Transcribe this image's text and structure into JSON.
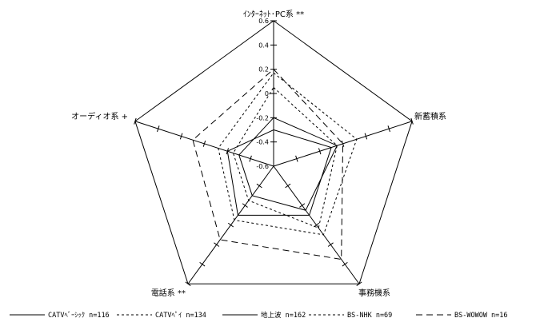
{
  "chart_data": {
    "type": "radar",
    "axes": [
      {
        "label": "ｲﾝﾀｰﾈｯﾄ･PC系",
        "marker": "**"
      },
      {
        "label": "新蓄積系",
        "marker": ""
      },
      {
        "label": "事務機系",
        "marker": ""
      },
      {
        "label": "電話系",
        "marker": "**"
      },
      {
        "label": "オーディオ系",
        "marker": "+"
      }
    ],
    "range": [
      -0.6,
      0.6
    ],
    "ticks": [
      "0.6",
      "0.4",
      "0.2",
      "0",
      "-0.2",
      "-0.4",
      "-0.6"
    ],
    "tick_values": [
      0.6,
      0.4,
      0.2,
      0,
      -0.2,
      -0.4,
      -0.6
    ],
    "series": [
      {
        "name": "CATVﾍﾞｰｼｯｸ n=116",
        "style": "solid",
        "values": [
          -0.2,
          -0.05,
          -0.15,
          -0.3,
          -0.3
        ]
      },
      {
        "name": "CATVﾍﾟｲ n=134",
        "style": "dashed-short",
        "values": [
          0.17,
          0.12,
          0.1,
          -0.05,
          -0.12
        ]
      },
      {
        "name": "地上波 n=162",
        "style": "solid",
        "values": [
          -0.3,
          -0.1,
          -0.1,
          -0.1,
          -0.2
        ]
      },
      {
        "name": "BS-NHK n=69",
        "style": "dashed-short",
        "values": [
          0.05,
          -0.05,
          0.03,
          -0.25,
          -0.25
        ]
      },
      {
        "name": "BS-WOWOW n=16",
        "style": "dashed-long",
        "values": [
          0.2,
          0.0,
          0.35,
          0.15,
          0.1
        ]
      }
    ]
  }
}
